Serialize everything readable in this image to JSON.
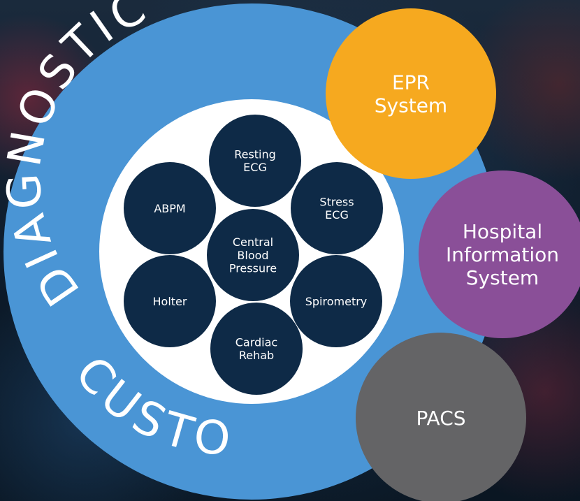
{
  "ring": {
    "arc_text": "DIAGNOSTIC",
    "arc_text_lower": "CUSTO",
    "color": "#4a95d5",
    "inner_color": "#ffffff"
  },
  "modules": [
    {
      "id": "resting-ecg",
      "label": [
        "Resting",
        "ECG"
      ]
    },
    {
      "id": "stress-ecg",
      "label": [
        "Stress",
        "ECG"
      ]
    },
    {
      "id": "spirometry",
      "label": [
        "Spirometry"
      ]
    },
    {
      "id": "cardiac-rehab",
      "label": [
        "Cardiac",
        "Rehab"
      ]
    },
    {
      "id": "holter",
      "label": [
        "Holter"
      ]
    },
    {
      "id": "abpm",
      "label": [
        "ABPM"
      ]
    },
    {
      "id": "central-blood-pressure",
      "label": [
        "Central",
        "Blood",
        "Pressure"
      ]
    }
  ],
  "module_color": "#0e2a47",
  "systems": [
    {
      "id": "epr-system",
      "label": [
        "EPR",
        "System"
      ],
      "color": "#f6a91f"
    },
    {
      "id": "hospital-information-system",
      "label": [
        "Hospital",
        "Information",
        "System"
      ],
      "color": "#8a4f98"
    },
    {
      "id": "pacs",
      "label": [
        "PACS"
      ],
      "color": "#646466"
    }
  ]
}
